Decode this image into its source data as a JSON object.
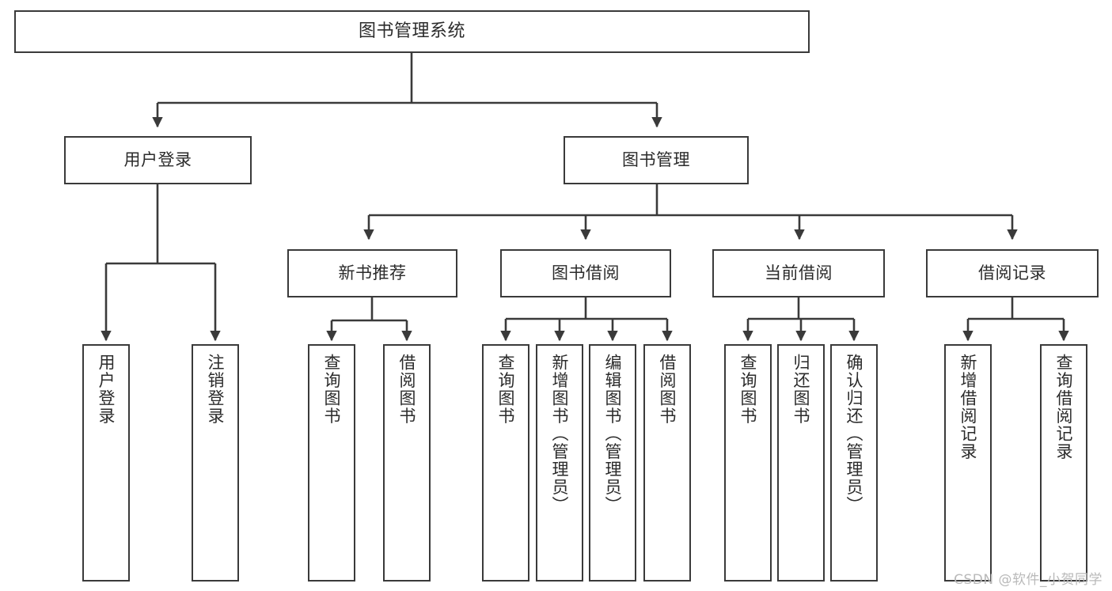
{
  "diagram": {
    "title": "图书管理系统",
    "type": "tree-hierarchy-diagram",
    "colors": {
      "background": "#ffffff",
      "stroke": "#3a3a3a",
      "text": "#2b2b2b",
      "watermark": "#b9b9b9"
    },
    "root": {
      "label": "图书管理系统"
    },
    "level2": [
      {
        "label": "用户登录"
      },
      {
        "label": "图书管理"
      }
    ],
    "level3": [
      {
        "label": "新书推荐"
      },
      {
        "label": "图书借阅"
      },
      {
        "label": "当前借阅"
      },
      {
        "label": "借阅记录"
      }
    ],
    "leaves": {
      "user_login": [
        {
          "label": "用户登录"
        },
        {
          "label": "注销登录"
        }
      ],
      "new_book_recommend": [
        {
          "label": "查询图书"
        },
        {
          "label": "借阅图书"
        }
      ],
      "book_borrow": [
        {
          "label": "查询图书"
        },
        {
          "label": "新增图书（管理员）"
        },
        {
          "label": "编辑图书（管理员）"
        },
        {
          "label": "借阅图书"
        }
      ],
      "current_borrow": [
        {
          "label": "查询图书"
        },
        {
          "label": "归还图书"
        },
        {
          "label": "确认归还（管理员）"
        }
      ],
      "borrow_record": [
        {
          "label": "新增借阅记录"
        },
        {
          "label": "查询借阅记录"
        }
      ]
    }
  },
  "watermark": {
    "text": "CSDN @软件_小贺同学"
  }
}
